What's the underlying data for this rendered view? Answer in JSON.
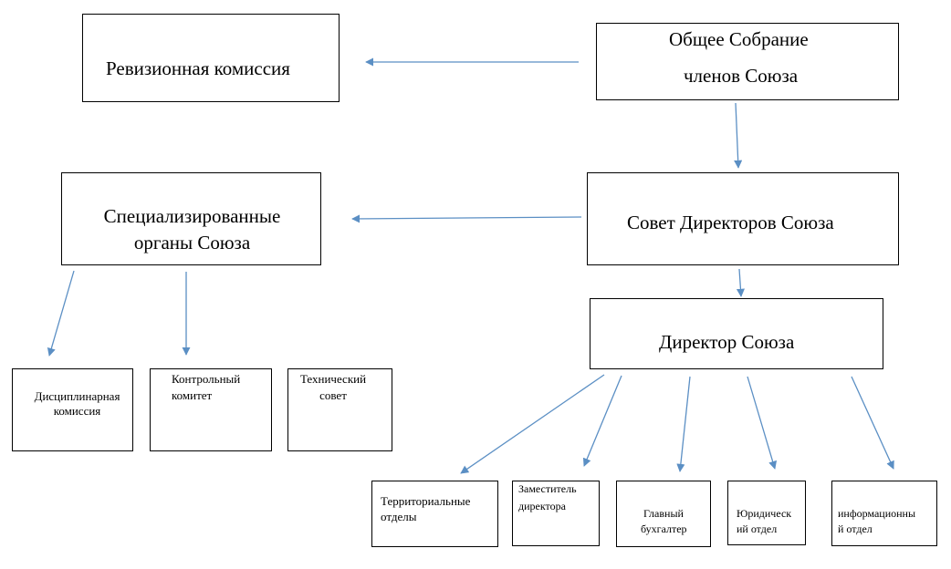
{
  "nodes": {
    "general_meeting": {
      "line1": "Общее Собрание",
      "line2": "членов Союза"
    },
    "audit_commission": {
      "text": "Ревизионная комиссия"
    },
    "board_of_directors": {
      "text": "Совет Директоров Союза"
    },
    "specialized_bodies": {
      "line1": "Специализированные",
      "line2": "органы Союза"
    },
    "director": {
      "text": "Директор Союза"
    },
    "disciplinary": {
      "line1": "Дисциплинарная",
      "line2": "комиссия"
    },
    "control_committee": {
      "line1": "Контрольный",
      "line2": "комитет"
    },
    "technical_council": {
      "line1": "Технический",
      "line2": "совет"
    },
    "territorial_depts": {
      "line1": "Территориальные",
      "line2": "отделы"
    },
    "deputy_director": {
      "line1": "Заместитель",
      "line2": "директора"
    },
    "chief_accountant": {
      "line1": "Главный",
      "line2": "бухгалтер"
    },
    "legal_dept": {
      "line1": "Юридическ",
      "line2": "ий отдел"
    },
    "info_dept": {
      "line1": "информационны",
      "line2": "й отдел"
    }
  },
  "colors": {
    "arrow": "#5b8fc4",
    "border": "#000000"
  }
}
